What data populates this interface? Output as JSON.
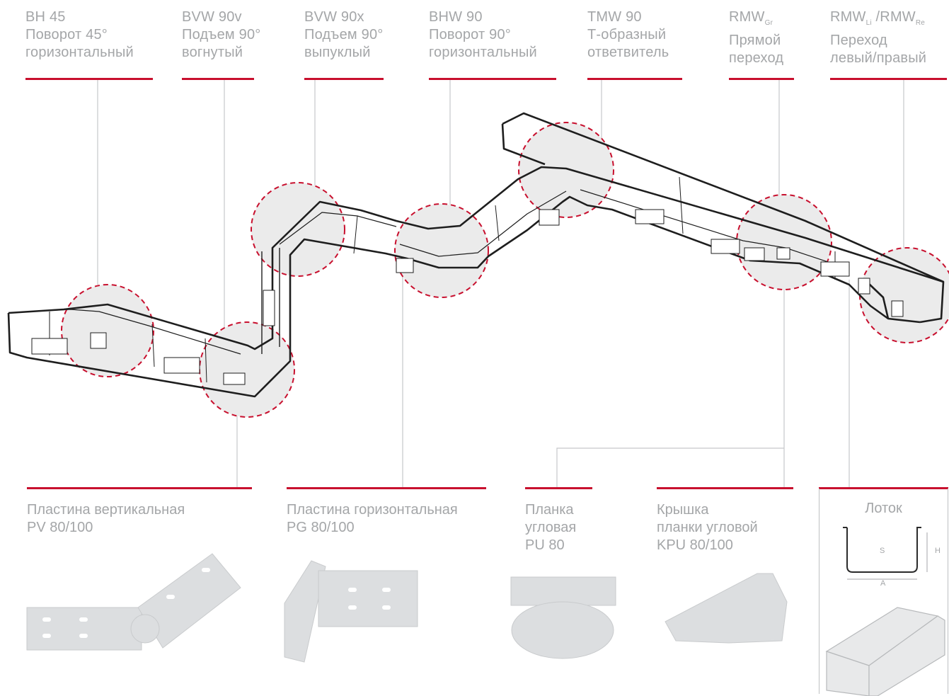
{
  "top_labels": [
    {
      "code": "BH 45",
      "line2": "Поворот 45°",
      "line3": "горизонтальный"
    },
    {
      "code": "BVW 90v",
      "line2": "Подъем 90°",
      "line3": "вогнутый"
    },
    {
      "code": "BVW 90x",
      "line2": "Подъем 90°",
      "line3": "выпуклый"
    },
    {
      "code": "BHW 90",
      "line2": "Поворот 90°",
      "line3": "горизонтальный"
    },
    {
      "code": "TMW 90",
      "line2": "Т-образный",
      "line3": "ответвитель"
    },
    {
      "code": "RMW",
      "sub": "Gr",
      "line2": "Прямой",
      "line3": "переход"
    },
    {
      "code": "RMW",
      "sub": "Li",
      "code_b": " /RMW",
      "sub_b": "Re",
      "line2": "Переход",
      "line3": "левый/правый"
    }
  ],
  "parts": [
    {
      "line1": "Пластина вертикальная",
      "line2": "PV 80/100"
    },
    {
      "line1": "Пластина горизонтальная",
      "line2": "PG 80/100"
    },
    {
      "line1": "Планка",
      "line2": "угловая",
      "line3": "PU 80"
    },
    {
      "line1": "Крышка",
      "line2": "планки угловой",
      "line3": "KPU 80/100"
    }
  ],
  "tray": {
    "title": "Лоток",
    "dim_s": "S",
    "dim_h": "H",
    "dim_a": "A"
  },
  "colors": {
    "accent_red": "#c8102e",
    "label_gray": "#a4a6a8",
    "line_gray": "#bfc1c3",
    "tray_stroke": "#222222",
    "circle_fill": "#ebebeb"
  }
}
